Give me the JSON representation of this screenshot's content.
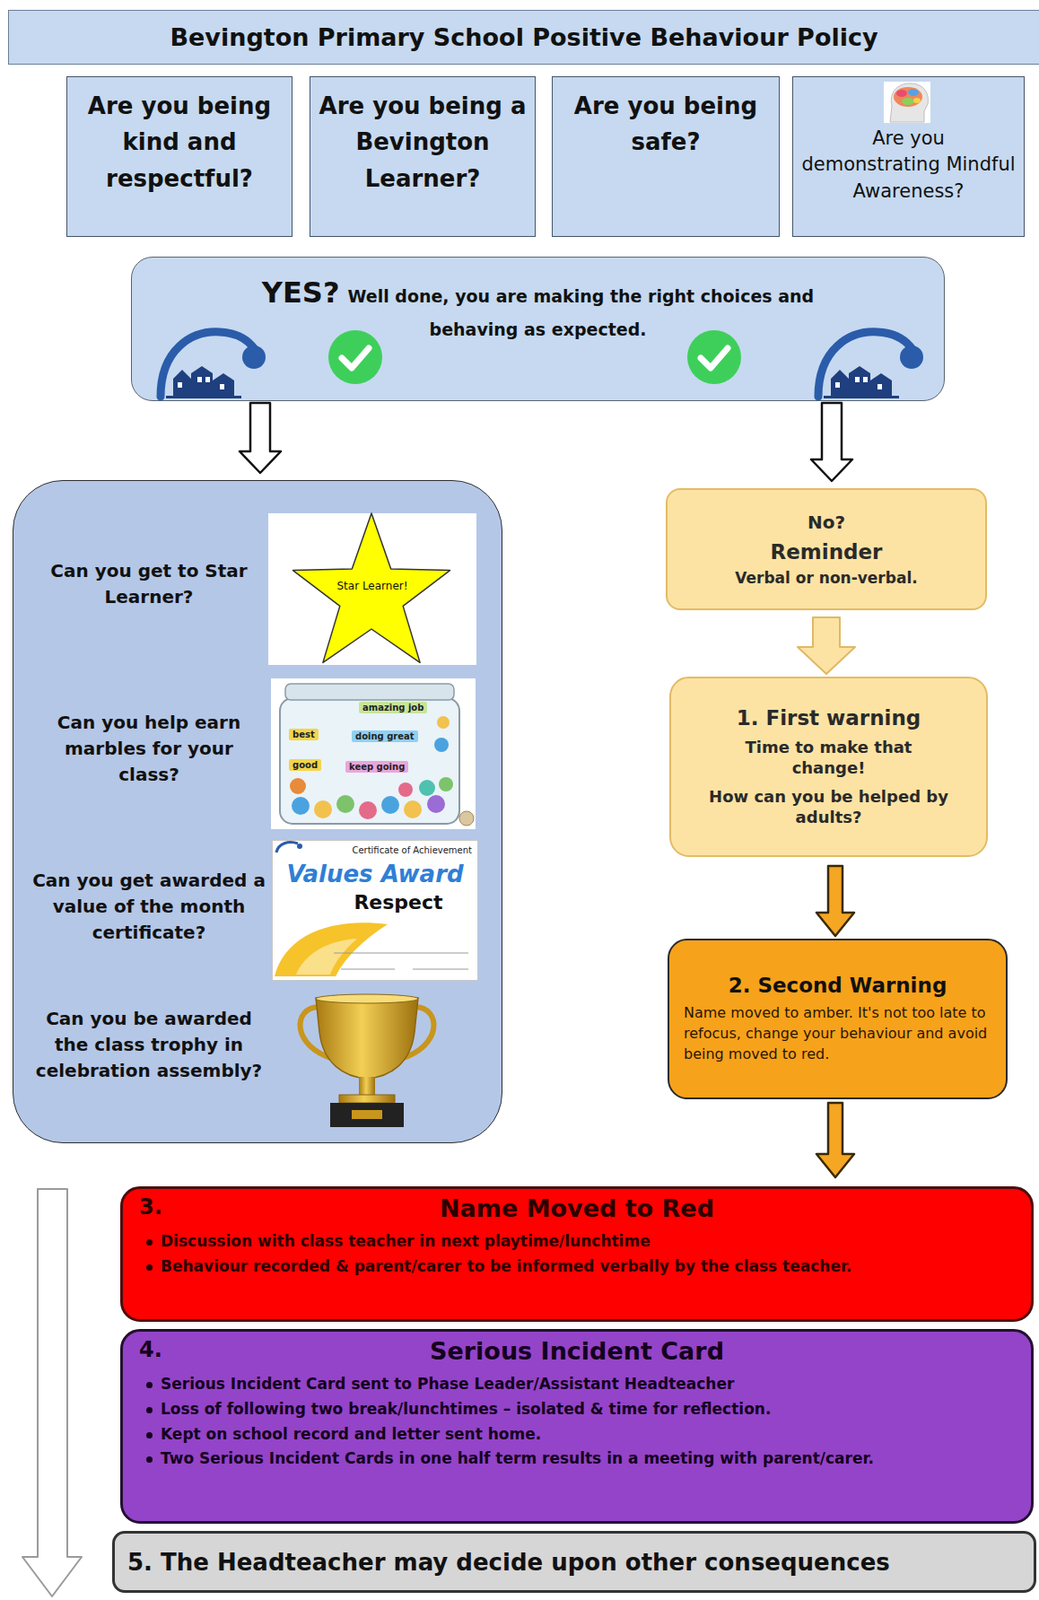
{
  "diagram": {
    "title": "Bevington Primary School Positive Behaviour Policy",
    "nodes": [
      {
        "text": [
          "Are you being kind and respectful?"
        ]
      },
      {
        "text": [
          "Are you being a Bevington Learner?"
        ]
      },
      {
        "text": [
          "Are you being safe?"
        ]
      },
      {
        "text": [
          "Are you demonstrating Mindful Awareness?"
        ]
      },
      {
        "text": [
          "YES?",
          "Well done, you are making the right choices and behaving as expected."
        ]
      },
      {
        "text": [
          "Can you get to Star Learner?",
          "Can you help earn marbles for your class?",
          "Can you get awarded a value of the month certificate?",
          "Can you be awarded the class trophy in celebration assembly?"
        ]
      },
      {
        "text": [
          "Star Learner!"
        ],
        "in": 5
      },
      {
        "text": [
          "Certificate of Achievement",
          "Values Award",
          "Respect"
        ],
        "in": 5
      },
      {
        "text": [
          "No?",
          "Reminder",
          "Verbal or non-verbal."
        ]
      },
      {
        "text": [
          "1. First warning",
          "Time to make that change!",
          "How can you be helped by adults?"
        ]
      },
      {
        "text": [
          "2. Second Warning",
          "Name moved to amber. It's not too late to refocus, change your behaviour and avoid being moved to red."
        ]
      },
      {
        "text": [
          "3.",
          "Name Moved to Red",
          "Discussion with class teacher in next playtime/lunchtime",
          "Behaviour recorded & parent/carer to be informed verbally by the class teacher."
        ]
      },
      {
        "text": [
          "4.",
          "Serious Incident Card",
          "Serious Incident Card sent to Phase Leader/Assistant Headteacher",
          "Loss of following two break/lunchtimes – isolated & time for reflection.",
          "Kept on school record and letter sent home.",
          "Two Serious Incident Cards in one half term results in a meeting with parent/carer."
        ]
      },
      {
        "text": [
          "5. The Headteacher may decide upon other consequences"
        ]
      }
    ],
    "edges": [
      {
        "from": 4,
        "to": 5,
        "arrow": "to"
      },
      {
        "from": 4,
        "to": 8,
        "arrow": "to"
      },
      {
        "from": 8,
        "to": 9,
        "arrow": "to"
      },
      {
        "from": 9,
        "to": 10,
        "arrow": "to"
      },
      {
        "from": 10,
        "to": 11,
        "arrow": "to"
      }
    ],
    "labels": [
      "amazing job",
      "best",
      "doing great",
      "good",
      "keep going"
    ]
  }
}
